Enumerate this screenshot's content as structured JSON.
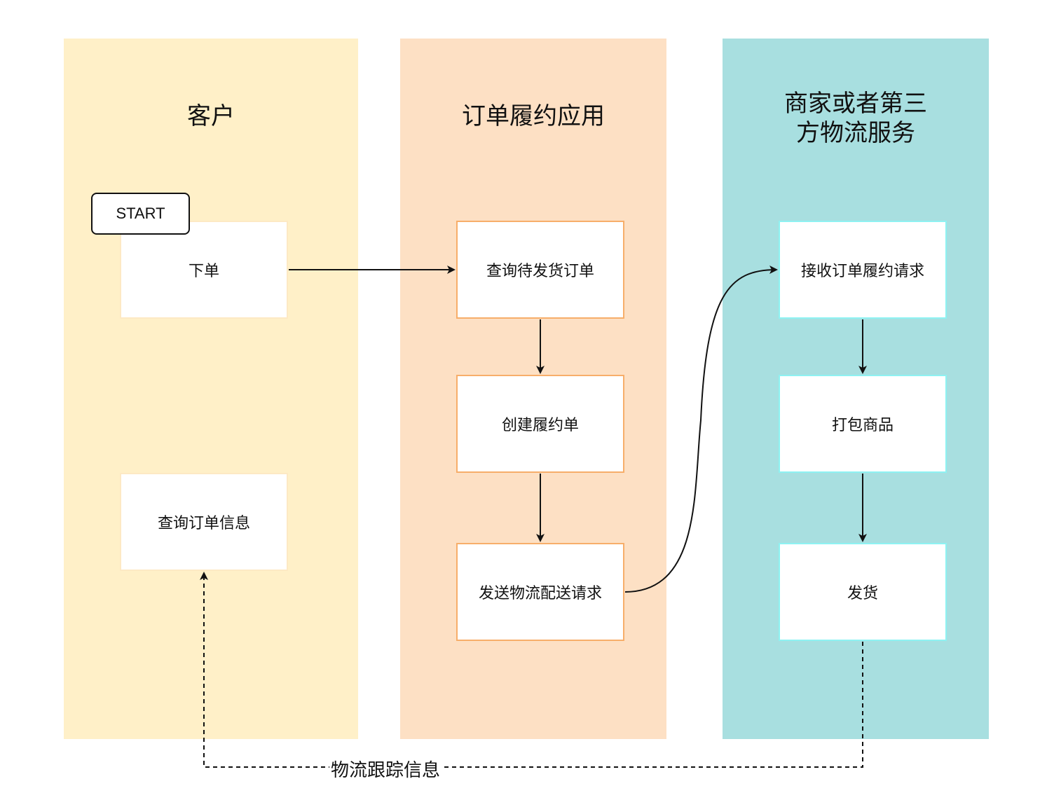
{
  "lanes": {
    "customer": {
      "title": "客户",
      "color": "#fff0c8"
    },
    "order": {
      "title": "订单履约应用",
      "color": "#fde0c4"
    },
    "merchant": {
      "title_line1": "商家或者第三",
      "title_line2": "方物流服务",
      "color": "#a8dfe0"
    }
  },
  "start_label": "START",
  "nodes": {
    "place_order": "下单",
    "query_order_info": "查询订单信息",
    "query_pending": "查询待发货订单",
    "create_fulfillment": "创建履约单",
    "send_delivery_request": "发送物流配送请求",
    "receive_request": "接收订单履约请求",
    "pack_goods": "打包商品",
    "ship": "发货"
  },
  "edge_labels": {
    "tracking": "物流跟踪信息"
  }
}
